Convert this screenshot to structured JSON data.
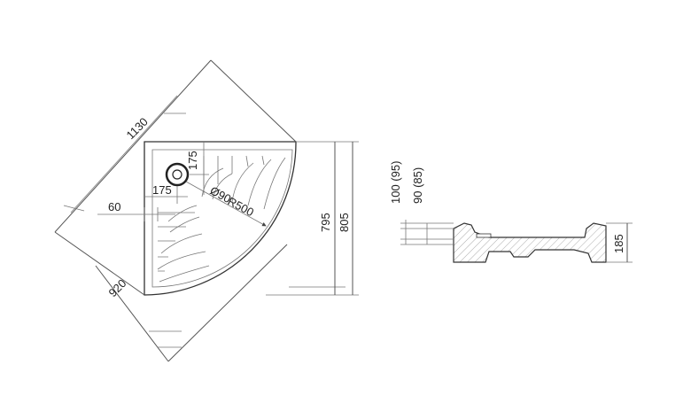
{
  "plan_view": {
    "dim_diagonal_top": "1130",
    "dim_diagonal_bottom": "920",
    "dim_drain_offset_y": "175",
    "dim_drain_offset_x": "175",
    "dim_drain_diameter": "Ø90",
    "dim_radius": "R500",
    "dim_edge_offset": "60",
    "dim_inner_height": "795",
    "dim_outer_height": "805"
  },
  "section_view": {
    "dim_foot_height_a": "100 (95)",
    "dim_foot_height_b": "90 (85)",
    "dim_total_height": "185"
  }
}
